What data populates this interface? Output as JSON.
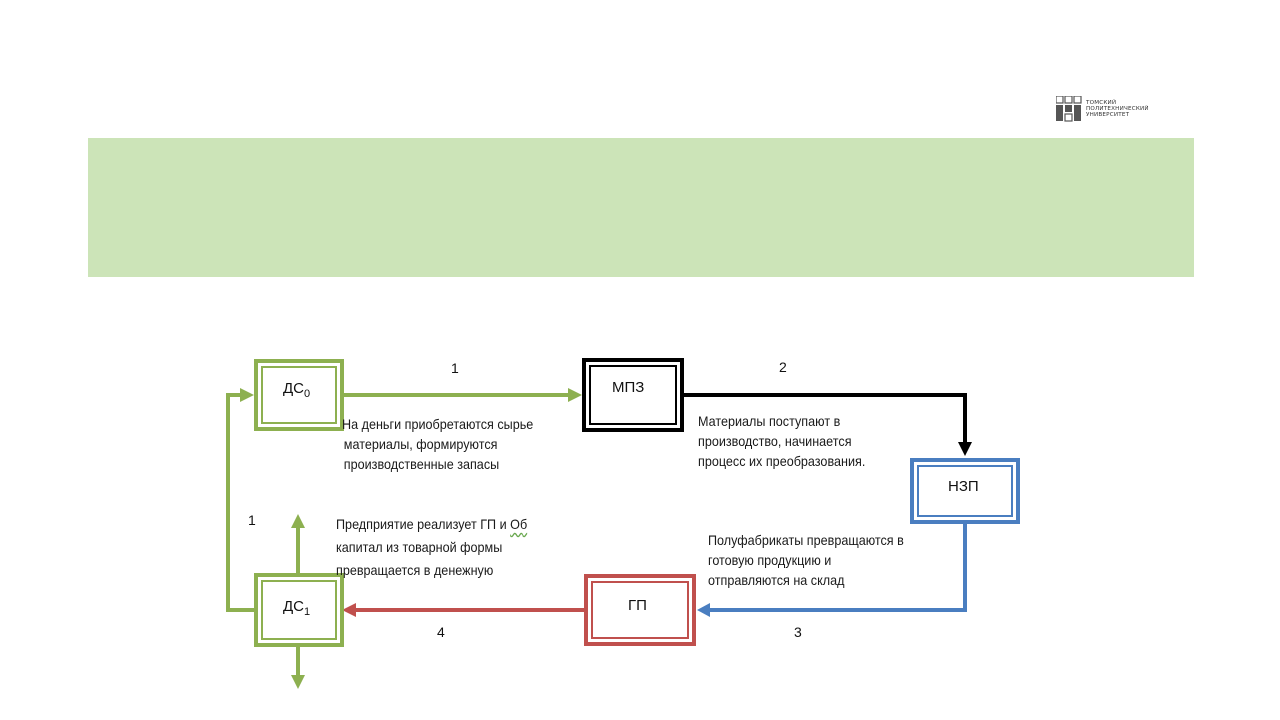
{
  "logo": {
    "lines": [
      "ТОМСКИЙ",
      "ПОЛИТЕХНИЧЕСКИЙ",
      "УНИВЕРСИТЕТ"
    ]
  },
  "diagram": {
    "nodes": {
      "ds0": {
        "label": "ДС",
        "sub": "0"
      },
      "mpz": {
        "label": "МПЗ"
      },
      "nzp": {
        "label": "НЗП"
      },
      "gp": {
        "label": "ГП"
      },
      "ds1": {
        "label": "ДС",
        "sub": "1"
      }
    },
    "steps": {
      "s1_top": "1",
      "s2": "2",
      "s3": "3",
      "s4": "4",
      "s1_left": "1"
    },
    "notes": {
      "purchase": [
        "На деньги приобретаются сырье",
        "материалы, формируются",
        "производственные запасы"
      ],
      "production": [
        "Материалы поступают в",
        "производство, начинается",
        "процесс их преобразования."
      ],
      "semi": [
        "Полуфабрикаты превращаются в",
        "готовую продукцию и",
        "отправляются на склад"
      ],
      "sale_line1_a": "Предприятие реализует ГП и ",
      "sale_line1_b": "Об",
      "sale_line2": "капитал из товарной формы",
      "sale_line3": "превращается в денежную"
    },
    "colors": {
      "green": "#8db050",
      "black": "#000000",
      "blue": "#4a7ec0",
      "red": "#c0504d"
    }
  }
}
